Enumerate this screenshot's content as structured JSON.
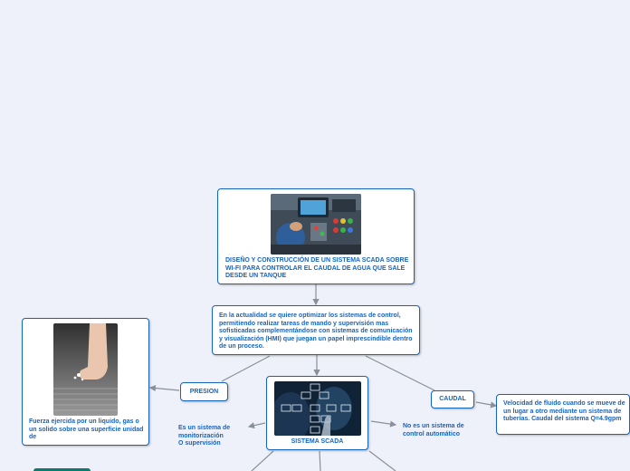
{
  "colors": {
    "background": "#eef1f9",
    "node_border": "#1565c0",
    "text": "#1565c0",
    "connector": "#8a9099"
  },
  "nodes": {
    "root": {
      "image_icon": "control-panel-photo",
      "text": "DISEÑO Y CONSTRUCCIÓN DE UN SISTEMA SCADA SOBRE WI-FI PARA CONTROLAR EL CAUDAL DE AGUA QUE SALE DESDE UN TANQUE"
    },
    "intro": {
      "text": "En la actualidad  se quiere optimizar los sistemas de control, permitiendo realizar tareas de mando y supervisión mas sofisticadas complementándose con sistemas de comunicación y visualización (HMI) que juegan un papel imprescindible dentro de un proceso."
    },
    "presion": {
      "label": "PRESION"
    },
    "presion_def": {
      "image_icon": "finger-pressing-photo",
      "text": "Fuerza ejercida por un liquido, gas o un solido sobre una superficie unidad de"
    },
    "scada": {
      "image_icon": "touch-interface-photo",
      "label": "SISTEMA SCADA"
    },
    "scada_is": {
      "text": "Es un sistema de monitorización\n O supervisión"
    },
    "scada_is_not": {
      "text": "No es un sistema de control automático"
    },
    "caudal": {
      "label": "CAUDAL"
    },
    "caudal_def": {
      "text": "Velocidad de fluido cuando se mueve de un lugar a otro mediante un sistema de tuberías. Caudal del sistema Q=4.9gpm"
    }
  }
}
